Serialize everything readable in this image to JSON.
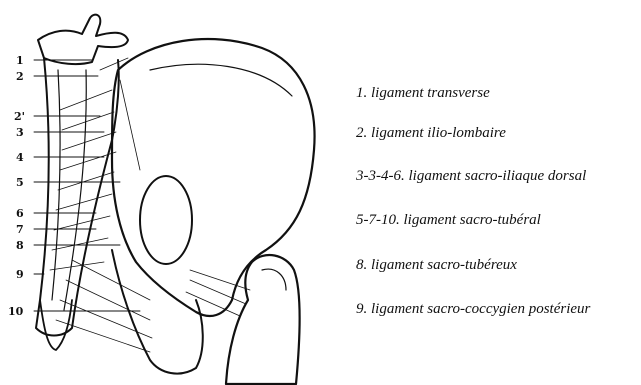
{
  "figure": {
    "labels": [
      "1",
      "2",
      "2'",
      "3",
      "4",
      "5",
      "6",
      "7",
      "8",
      "9",
      "10"
    ]
  },
  "legend": [
    "1. ligament transverse",
    "2. ligament ilio-lombaire",
    "3-3-4-6. ligament sacro-iliaque dorsal",
    "5-7-10. ligament sacro-tubéral",
    "8. ligament sacro-tubéreux",
    "9. ligament sacro-coccygien postérieur"
  ],
  "colors": {
    "ink": "#111111",
    "background": "#ffffff"
  }
}
